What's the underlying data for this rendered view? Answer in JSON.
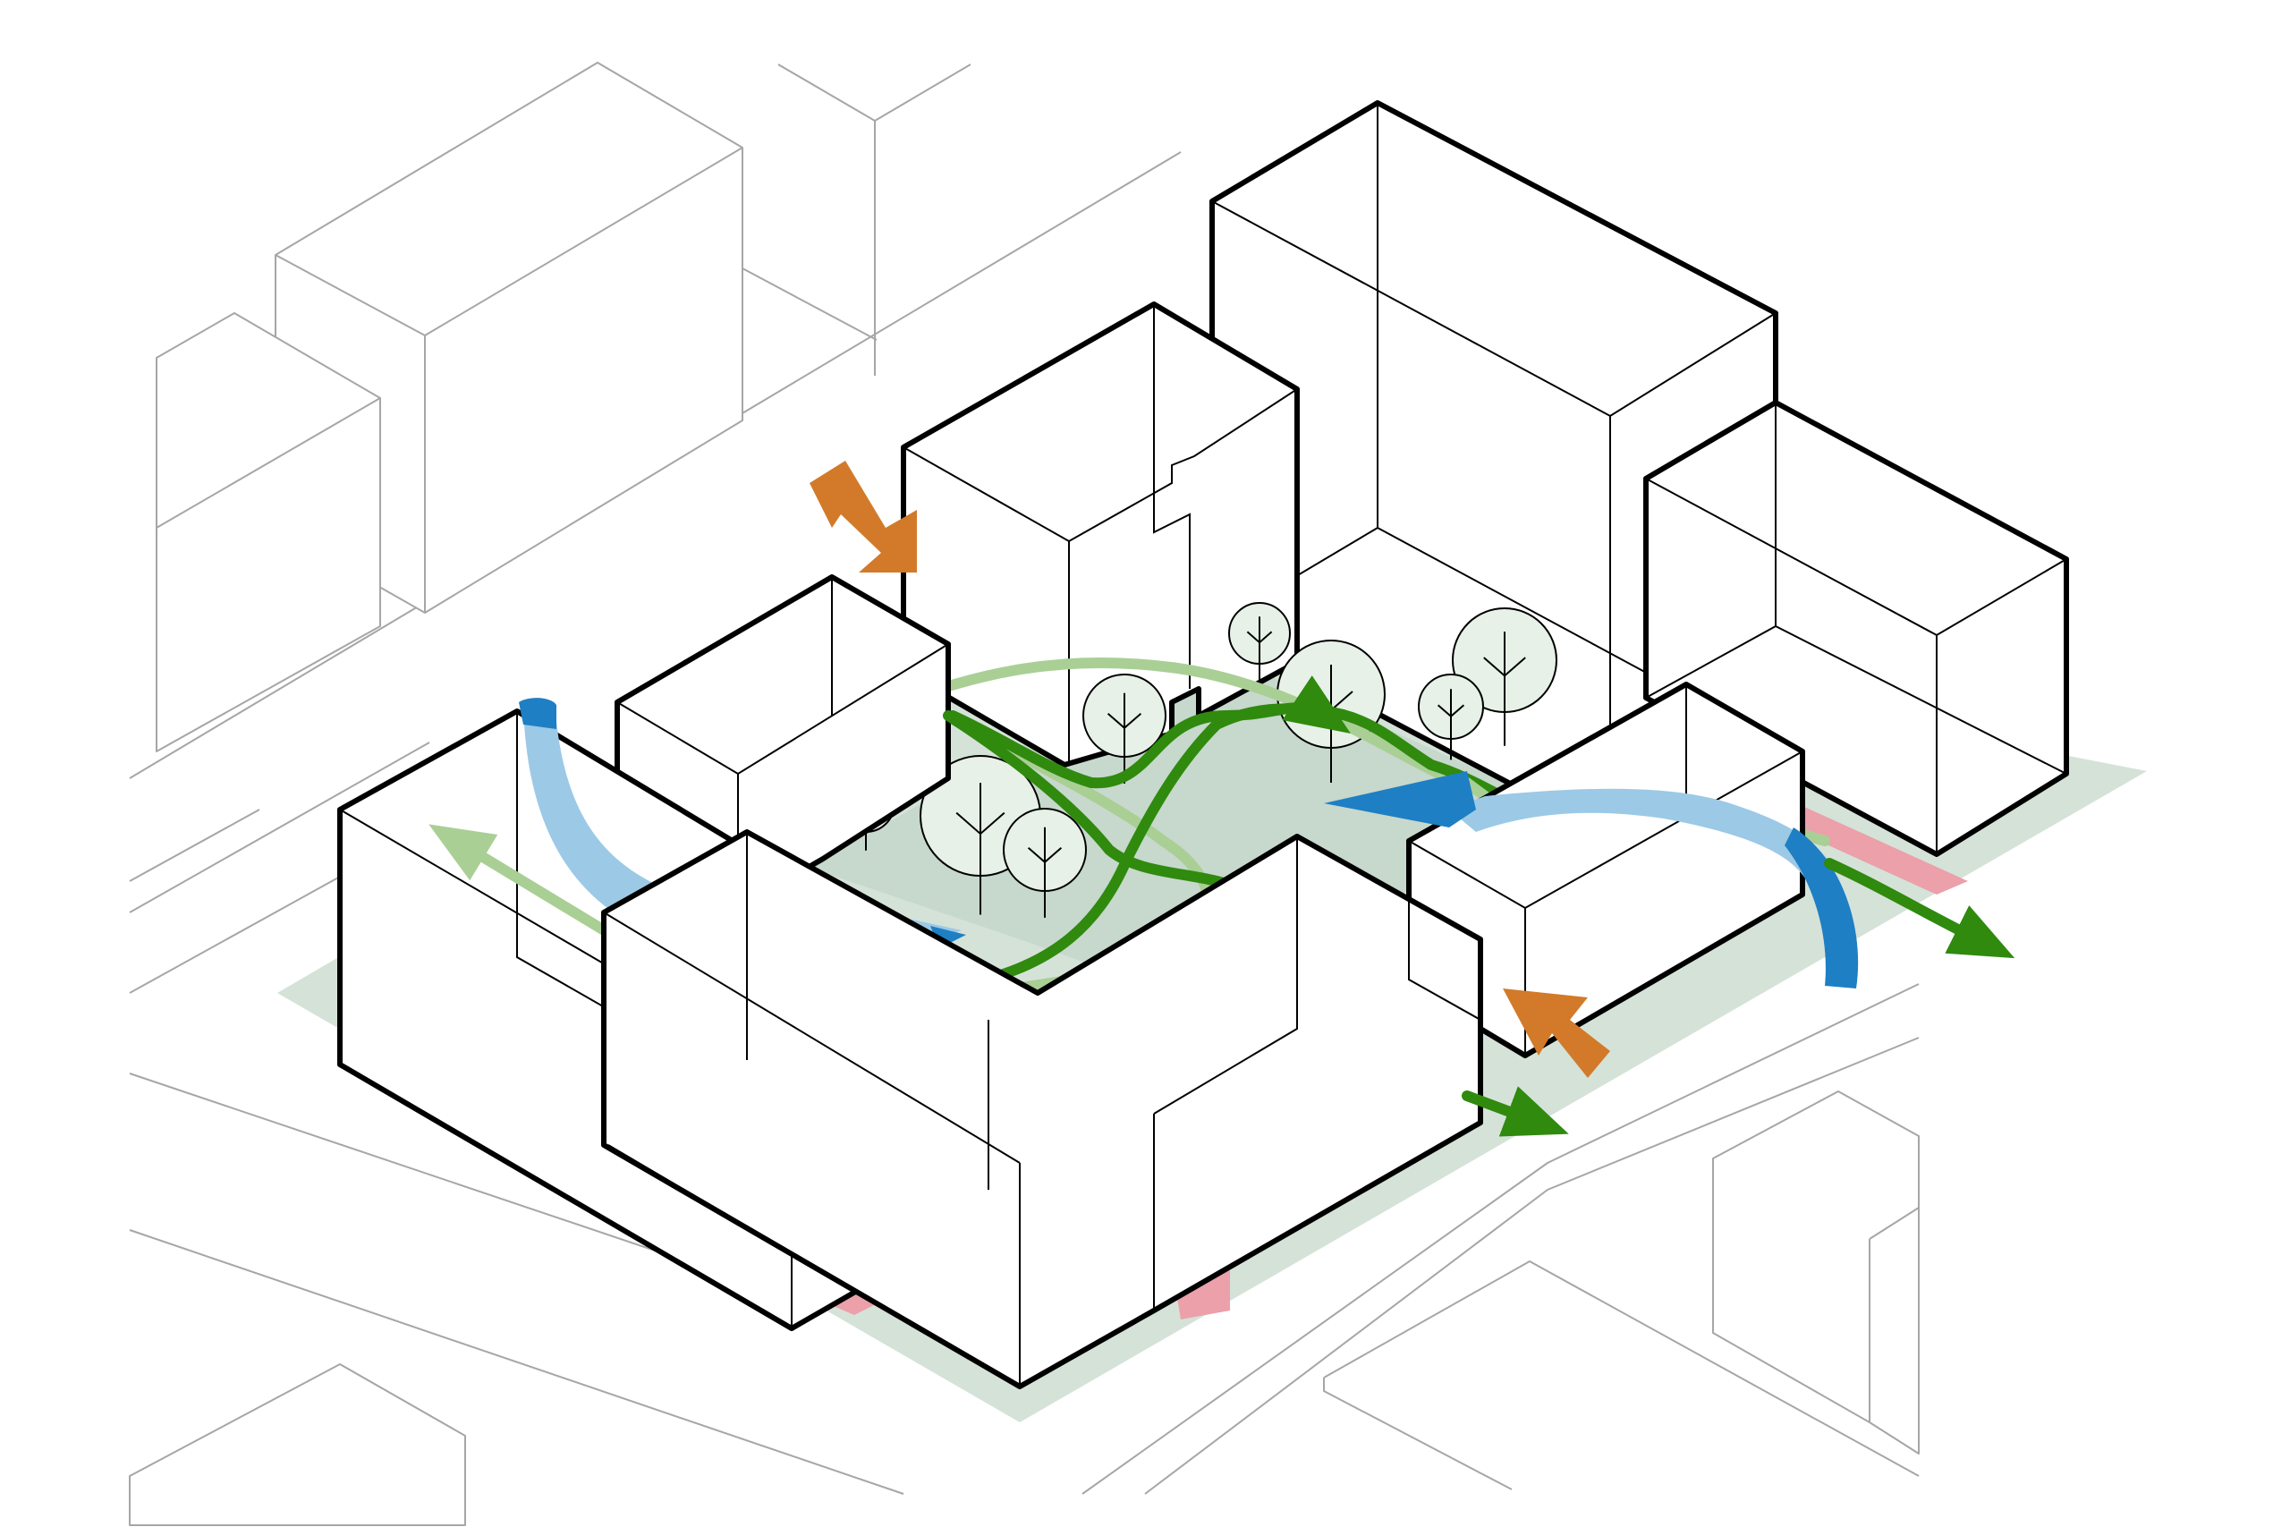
{
  "colors": {
    "background": "#ffffff",
    "ground": "#d5e2d8",
    "courtyard": "#c7d8cc",
    "street": "#f5cdd2",
    "street_strong": "#eba0aa",
    "building_fill": "#ffffff",
    "building_outline": "#000000",
    "context_lines": "#a6a6a6",
    "tree_crown": "#e7f1e7",
    "pedestrian_primary": "#2f8a0e",
    "pedestrian_secondary": "#a9cf95",
    "wind_strong": "#1e7fc4",
    "wind_light": "#9cc9e6",
    "entry_arrow": "#d27a2a"
  },
  "legend_items": [],
  "elements": {
    "context_buildings": "surrounding-massing",
    "site_blocks": "proposed-massing",
    "courtyard": "green-courtyard",
    "streets": "pink-street-bands",
    "trees": "courtyard-trees",
    "pedestrian_routes": "green-arrows",
    "wind_flows": "blue-arrows",
    "entries": "orange-arrows"
  }
}
